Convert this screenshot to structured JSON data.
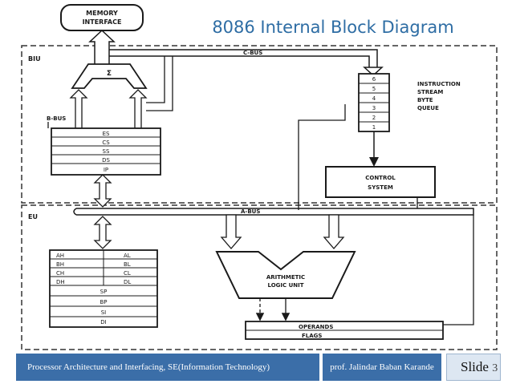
{
  "slide": {
    "title": "8086 Internal Block Diagram",
    "footer_course": "Processor Architecture and Interfacing, SE(Information Technology)",
    "footer_author": "prof. Jalindar Baban Karande",
    "footer_slide_label": "Slide",
    "footer_slide_number": "3"
  },
  "diagram": {
    "memory_interface": [
      "MEMORY",
      "INTERFACE"
    ],
    "biu_label": "BIU",
    "eu_label": "EU",
    "cbus_label": "C-BUS",
    "bbus_label": "B-BUS",
    "abus_label": "A-BUS",
    "sigma": "Σ",
    "segment_registers": [
      "ES",
      "CS",
      "SS",
      "DS",
      "IP"
    ],
    "queue_slots": [
      "6",
      "5",
      "4",
      "3",
      "2",
      "1"
    ],
    "queue_label": [
      "INSTRUCTION",
      "STREAM",
      "BYTE",
      "QUEUE"
    ],
    "control_system": [
      "CONTROL",
      "SYSTEM"
    ],
    "general_registers": [
      {
        "high": "AH",
        "low": "AL"
      },
      {
        "high": "BH",
        "low": "BL"
      },
      {
        "high": "CH",
        "low": "CL"
      },
      {
        "high": "DH",
        "low": "DL"
      }
    ],
    "pointer_registers": [
      "SP",
      "BP",
      "SI",
      "DI"
    ],
    "alu_label": [
      "ARITHMETIC",
      "LOGIC UNIT"
    ],
    "operands_label": "OPERANDS",
    "flags_label": "FLAGS"
  }
}
